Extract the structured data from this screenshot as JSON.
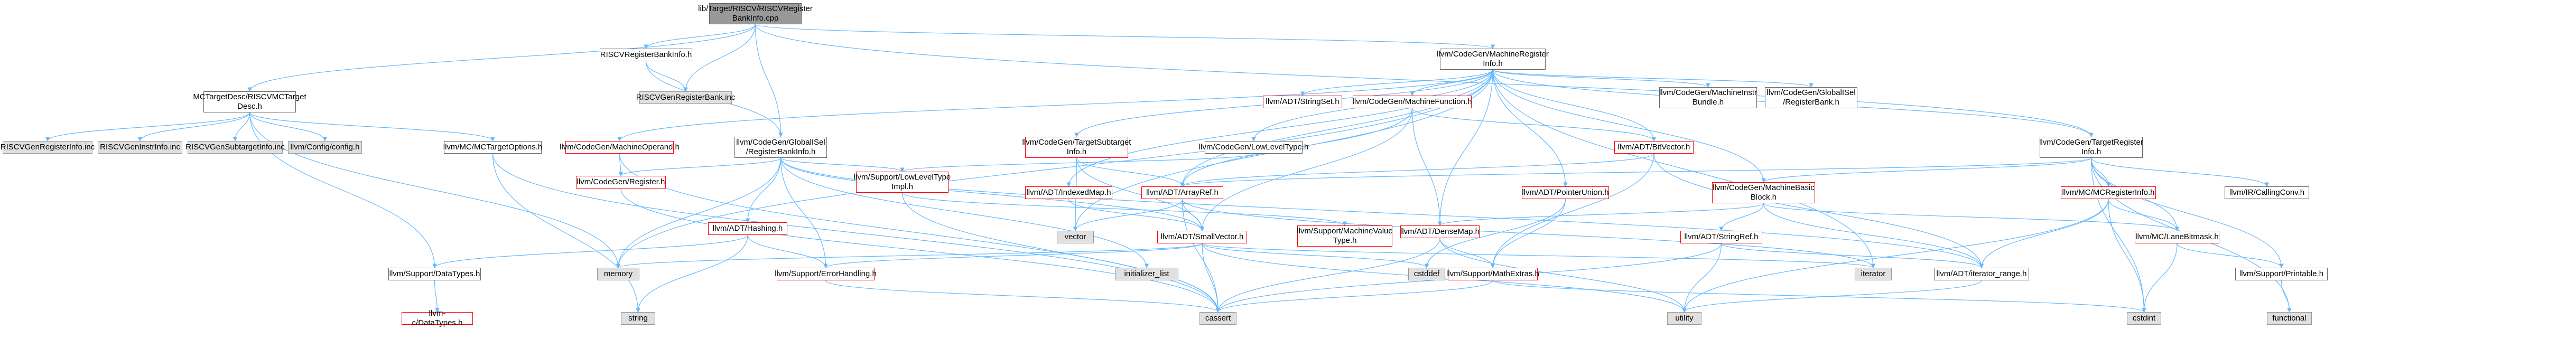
{
  "root": "lib/Target/RISCV/RISCVRegister\nBankInfo.cpp",
  "nodes": {
    "riscv_regbank_h": "RISCVRegisterBankInfo.h",
    "riscv_regbank_inc": "RISCVGenRegisterBank.inc",
    "mc_desc": "MCTargetDesc/RISCVMCTarget\nDesc.h",
    "riscv_reginfo_inc": "RISCVGenRegisterInfo.inc",
    "riscv_instrinfo_inc": "RISCVGenInstrInfo.inc",
    "riscv_subtarget_inc": "RISCVGenSubtargetInfo.inc",
    "config": "llvm/Config/config.h",
    "mc_targetoptions": "llvm/MC/MCTargetOptions.h",
    "datatypes_h": "llvm/Support/DataTypes.h",
    "c_datatypes": "llvm-c/DataTypes.h",
    "machine_operand": "llvm/CodeGen/MachineOperand.h",
    "register_h": "llvm/CodeGen/Register.h",
    "globalisel_regbankinfo": "llvm/CodeGen/GlobalISel\n/RegisterBankInfo.h",
    "hashing": "llvm/ADT/Hashing.h",
    "lowlevel_type_impl": "llvm/Support/LowLevelType\nImpl.h",
    "machine_register_info": "llvm/CodeGen/MachineRegister\nInfo.h",
    "stringset": "llvm/ADT/StringSet.h",
    "machine_function": "llvm/CodeGen/MachineFunction.h",
    "target_subtarget": "llvm/CodeGen/TargetSubtarget\nInfo.h",
    "lowleveltype": "llvm/CodeGen/LowLevelType.h",
    "indexedmap": "llvm/ADT/IndexedMap.h",
    "arrayref": "llvm/ADT/ArrayRef.h",
    "smallvector": "llvm/ADT/SmallVector.h",
    "machine_value_type": "llvm/Support/MachineValue\nType.h",
    "densemap": "llvm/ADT/DenseMap.h",
    "pointerunion": "llvm/ADT/PointerUnion.h",
    "bitvector": "llvm/ADT/BitVector.h",
    "mib_bundle": "llvm/CodeGen/MachineInstr\nBundle.h",
    "globalisel_regbank": "llvm/CodeGen/GlobalISel\n/RegisterBank.h",
    "machine_basic_block": "llvm/CodeGen/MachineBasic\nBlock.h",
    "stringref": "llvm/ADT/StringRef.h",
    "target_register_info": "llvm/CodeGen/TargetRegister\nInfo.h",
    "mc_register_info": "llvm/MC/MCRegisterInfo.h",
    "calling_conv": "llvm/IR/CallingConv.h",
    "lanebitmask": "llvm/MC/LaneBitmask.h",
    "printable": "llvm/Support/Printable.h",
    "iterator_range": "llvm/ADT/iterator_range.h",
    "error_handling": "llvm/Support/ErrorHandling.h",
    "math_extras": "llvm/Support/MathExtras.h",
    "vector": "vector",
    "memory": "memory",
    "initializer_list": "initializer_list",
    "cstddef": "cstddef",
    "iterator": "iterator",
    "string": "string",
    "cassert": "cassert",
    "utility": "utility",
    "cstdint": "cstdint",
    "functional": "functional"
  },
  "colors": {
    "edge": "#63b8ff",
    "red_border": "#ff0000",
    "root_fill": "#999999",
    "system_fill": "#e0e0e0"
  }
}
